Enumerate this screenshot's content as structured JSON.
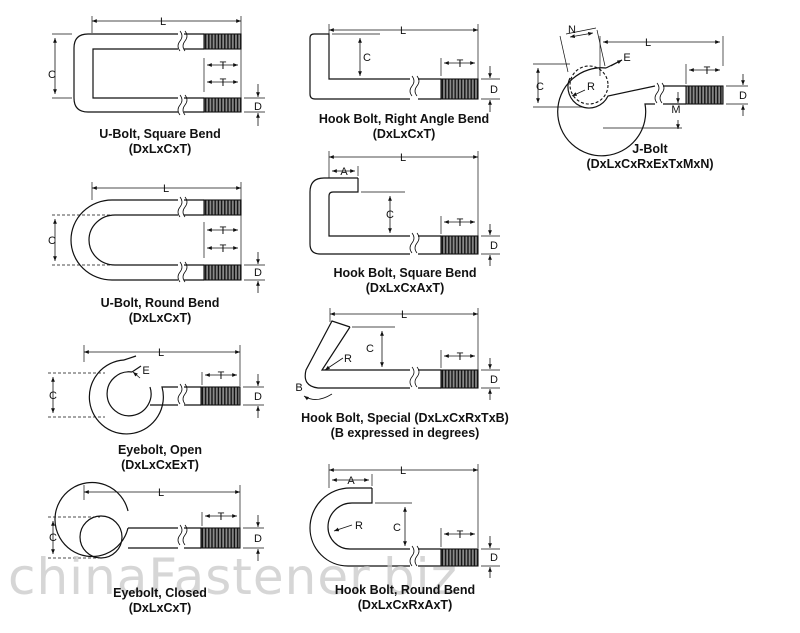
{
  "watermark": "chinaFastener.biz",
  "dimension_labels": {
    "L": "L",
    "C": "C",
    "T": "T",
    "D": "D",
    "E": "E",
    "R": "R",
    "A": "A",
    "B": "B",
    "N": "N",
    "M": "M"
  },
  "bolts": [
    {
      "title": "U-Bolt, Square Bend",
      "code": "(DxLxCxT)"
    },
    {
      "title": "U-Bolt, Round Bend",
      "code": "(DxLxCxT)"
    },
    {
      "title": "Eyebolt, Open",
      "code": "(DxLxCxExT)"
    },
    {
      "title": "Eyebolt, Closed",
      "code": "(DxLxCxT)"
    },
    {
      "title": "Hook Bolt, Right Angle Bend",
      "code": "(DxLxCxT)"
    },
    {
      "title": "Hook Bolt, Square Bend",
      "code": "(DxLxCxAxT)"
    },
    {
      "title": "Hook Bolt, Special (DxLxCxRxTxB)",
      "code": "(B expressed in degrees)"
    },
    {
      "title": "Hook Bolt, Round Bend",
      "code": "(DxLxCxRxAxT)"
    },
    {
      "title": "J-Bolt",
      "code": "(DxLxCxRxExTxMxN)"
    }
  ]
}
